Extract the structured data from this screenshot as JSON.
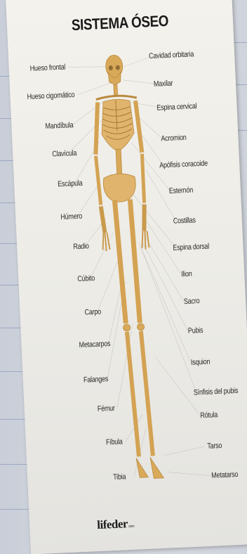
{
  "title": "SISTEMA ÓSEO",
  "left_labels": [
    "Hueso frontal",
    "Hueso cigomático",
    "Mandíbula",
    "Clavícula",
    "Escápula",
    "Húmero",
    "Radio",
    "Cúbito",
    "Carpo",
    "Metacarpos",
    "Falanges",
    "Fémur",
    "Fíbula",
    "Tibia"
  ],
  "right_labels": [
    "Cavidad orbitaria",
    "Maxilar",
    "Espina cervical",
    "Acromion",
    "Apófisis coracoide",
    "Esternón",
    "Costillas",
    "Espina dorsal",
    "Ilion",
    "Sacro",
    "Pubis",
    "Isquion",
    "Sínfisis del pubis",
    "Rótula",
    "Tarso",
    "Metatarso"
  ],
  "brand": "lifeder",
  "brand_suffix": "com",
  "colors": {
    "bone": "#d9a95a",
    "bone_dark": "#b98a3e",
    "paper": "#f1efe9",
    "notebook_line": "#7d8fb8"
  }
}
